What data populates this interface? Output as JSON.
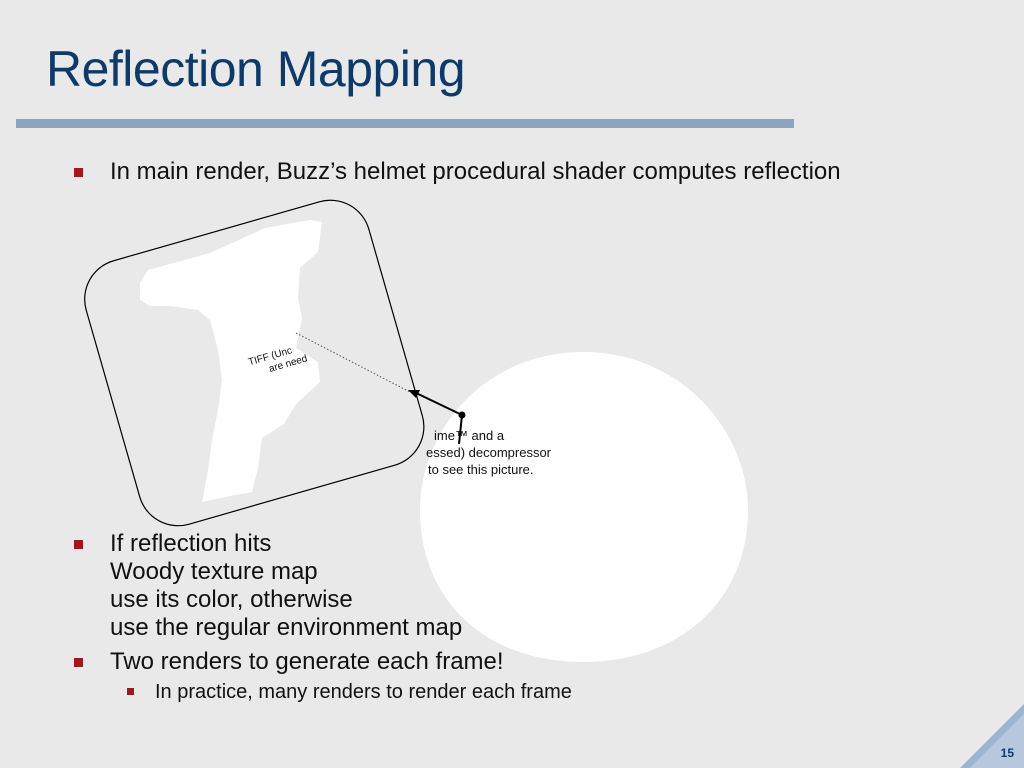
{
  "slide": {
    "title": "Reflection Mapping",
    "bullets": [
      {
        "lines": [
          "In main render, Buzz’s helmet procedural shader computes reflection"
        ]
      },
      {
        "lines": [
          "If reflection hits",
          "Woody texture map",
          "use its color, otherwise",
          "use the regular environment map"
        ]
      },
      {
        "lines": [
          "Two renders to generate each frame!"
        ]
      }
    ],
    "sub_bullets": [
      {
        "text": "In practice, many renders to render each frame"
      }
    ],
    "page_number": "15"
  },
  "figure": {
    "placeholder_inset": [
      "TIFF (Unc",
      "are need"
    ],
    "placeholder_sphere": [
      "ime™ and a",
      "essed) decompressor",
      "to see this picture."
    ]
  },
  "colors": {
    "title": "#0e3a6a",
    "rule": "#8ea3bd",
    "bullet_mark": "#a01818",
    "corner": "#9db4d3"
  }
}
